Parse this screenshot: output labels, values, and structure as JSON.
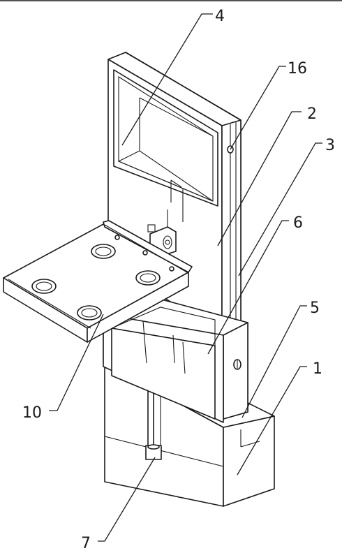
{
  "callouts": [
    {
      "id": "c4",
      "label": "4"
    },
    {
      "id": "c16",
      "label": "16"
    },
    {
      "id": "c2",
      "label": "2"
    },
    {
      "id": "c3",
      "label": "3"
    },
    {
      "id": "c6",
      "label": "6"
    },
    {
      "id": "c5",
      "label": "5"
    },
    {
      "id": "c1",
      "label": "1"
    },
    {
      "id": "c10",
      "label": "10"
    },
    {
      "id": "c7",
      "label": "7"
    }
  ]
}
